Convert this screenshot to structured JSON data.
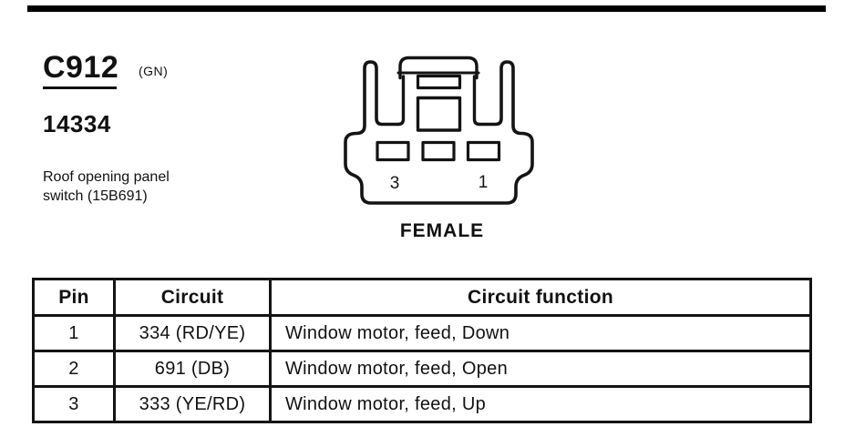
{
  "header": {
    "connector_id": "C912",
    "connector_color_code": "(GN)",
    "part_number": "14334",
    "description_line1": "Roof opening panel",
    "description_line2": "switch (15B691)"
  },
  "connector": {
    "gender_label": "FEMALE",
    "pin_labels": [
      "3",
      "1"
    ]
  },
  "table": {
    "headers": [
      "Pin",
      "Circuit",
      "Circuit function"
    ],
    "rows": [
      {
        "pin": "1",
        "circuit": "334 (RD/YE)",
        "function": "Window motor, feed, Down"
      },
      {
        "pin": "2",
        "circuit": "691 (DB)",
        "function": "Window motor, feed, Open"
      },
      {
        "pin": "3",
        "circuit": "333 (YE/RD)",
        "function": "Window motor, feed, Up"
      }
    ]
  },
  "colors": {
    "ink": "#141414",
    "paper": "#ffffff",
    "top_rule": "#000000"
  }
}
